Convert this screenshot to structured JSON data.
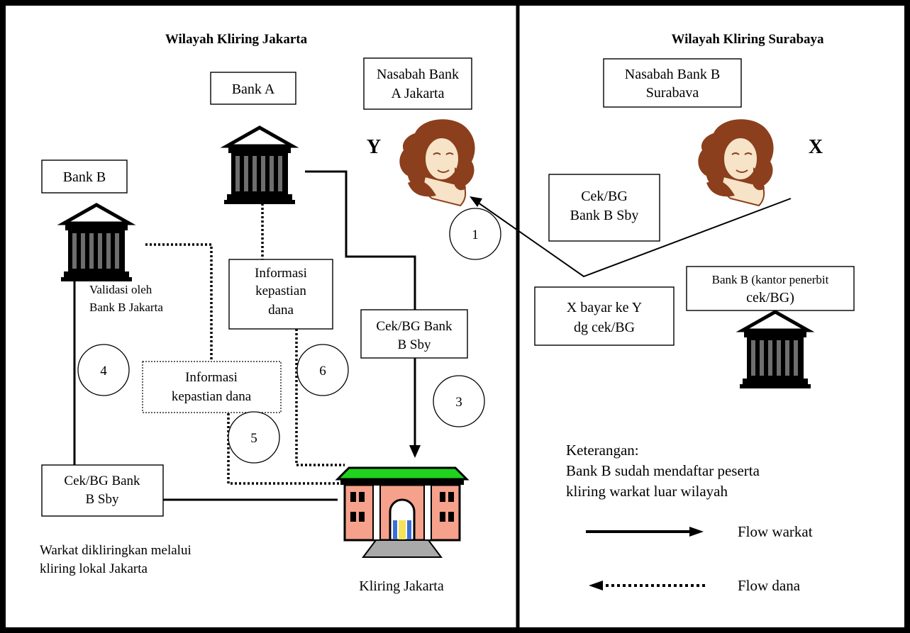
{
  "panels": {
    "left_title": "Wilayah Kliring Jakarta",
    "right_title": "Wilayah Kliring Surabaya"
  },
  "boxes": {
    "bank_a": "Bank A",
    "nasabah_a": [
      "Nasabah Bank",
      "A Jakarta"
    ],
    "bank_b_jkt": "Bank B",
    "nasabah_b": [
      "Nasabah Bank B",
      "Surabava"
    ],
    "cek_right": [
      "Cek/BG",
      "Bank B Sby"
    ],
    "bank_b_penerbit": [
      "Bank B (kantor penerbit",
      "cek/BG)"
    ],
    "x_bayar": [
      "X bayar ke Y",
      "dg cek/BG"
    ],
    "info_top": [
      "Informasi",
      "kepastian",
      "dana"
    ],
    "cek_mid": [
      "Cek/BG Bank",
      "B Sby"
    ],
    "info_dotted": [
      "Informasi",
      "kepastian dana"
    ],
    "cek_left": [
      "Cek/BG Bank",
      "B Sby"
    ]
  },
  "labels": {
    "y": "Y",
    "x": "X",
    "validasi": [
      "Validasi oleh",
      "Bank B Jakarta"
    ],
    "warkat": [
      "Warkat dikliringkan melalui",
      "kliring lokal Jakarta"
    ],
    "kliring_jakarta": "Kliring Jakarta"
  },
  "steps": [
    "1",
    "3",
    "4",
    "5",
    "6"
  ],
  "legend": {
    "keterangan": [
      "Keterangan:",
      "Bank B sudah mendaftar peserta",
      "kliring warkat luar wilayah"
    ],
    "flow_warkat": "Flow warkat",
    "flow_dana": "Flow dana"
  },
  "icons": {
    "bank": "bank-building-icon",
    "customer": "woman-on-phone-icon",
    "clearing_house": "clearing-house-building-icon"
  },
  "colors": {
    "roof_green": "#1fd31f",
    "wall_salmon": "#f5a18c",
    "door_yellow": "#f2e35a",
    "door_blue": "#3b6fd6",
    "steps_gray": "#a9a9a9",
    "customer_brown": "#8b3f1c",
    "customer_skin": "#f6e3c8"
  }
}
